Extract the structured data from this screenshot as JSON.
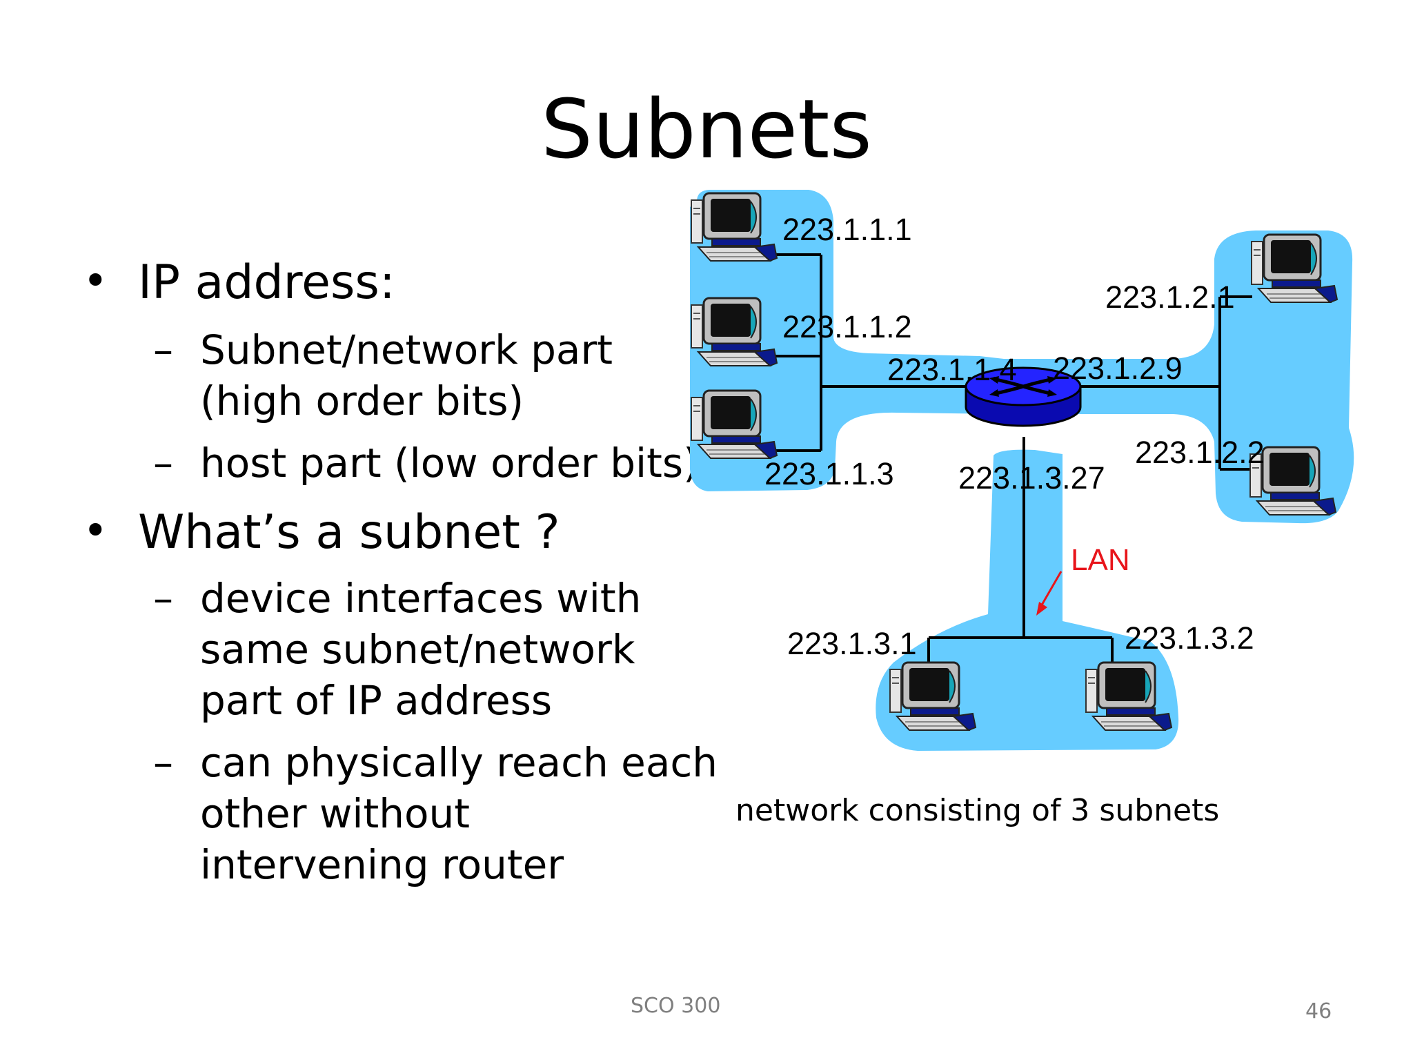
{
  "slide": {
    "title": "Subnets",
    "footer_center": "SCO 300",
    "page_number": "46"
  },
  "bullets": [
    {
      "text": "IP address:",
      "sub": [
        {
          "lines": [
            "Subnet/network part",
            "(high order bits)"
          ]
        },
        {
          "lines": [
            "host part (low order bits)"
          ]
        }
      ]
    },
    {
      "text": "What’s a subnet ?",
      "sub": [
        {
          "lines": [
            "device interfaces with",
            "same subnet/network",
            "part of IP address"
          ]
        },
        {
          "lines": [
            "can physically reach each",
            "other without",
            "intervening router"
          ]
        }
      ]
    }
  ],
  "diagram": {
    "ip_labels": {
      "h1": "223.1.1.1",
      "h2": "223.1.1.2",
      "h3": "223.1.1.3",
      "r1": "223.1.1.4",
      "r2": "223.1.2.9",
      "r3": "223.1.3.27",
      "h4": "223.1.2.1",
      "h5": "223.1.2.2",
      "h6": "223.1.3.1",
      "h7": "223.1.3.2"
    },
    "lan_label": "LAN",
    "caption": "network consisting of 3 subnets",
    "colors": {
      "subnet_fill": "#66ccff",
      "router": "#1a1aff",
      "lan_text": "#e8151b"
    }
  }
}
